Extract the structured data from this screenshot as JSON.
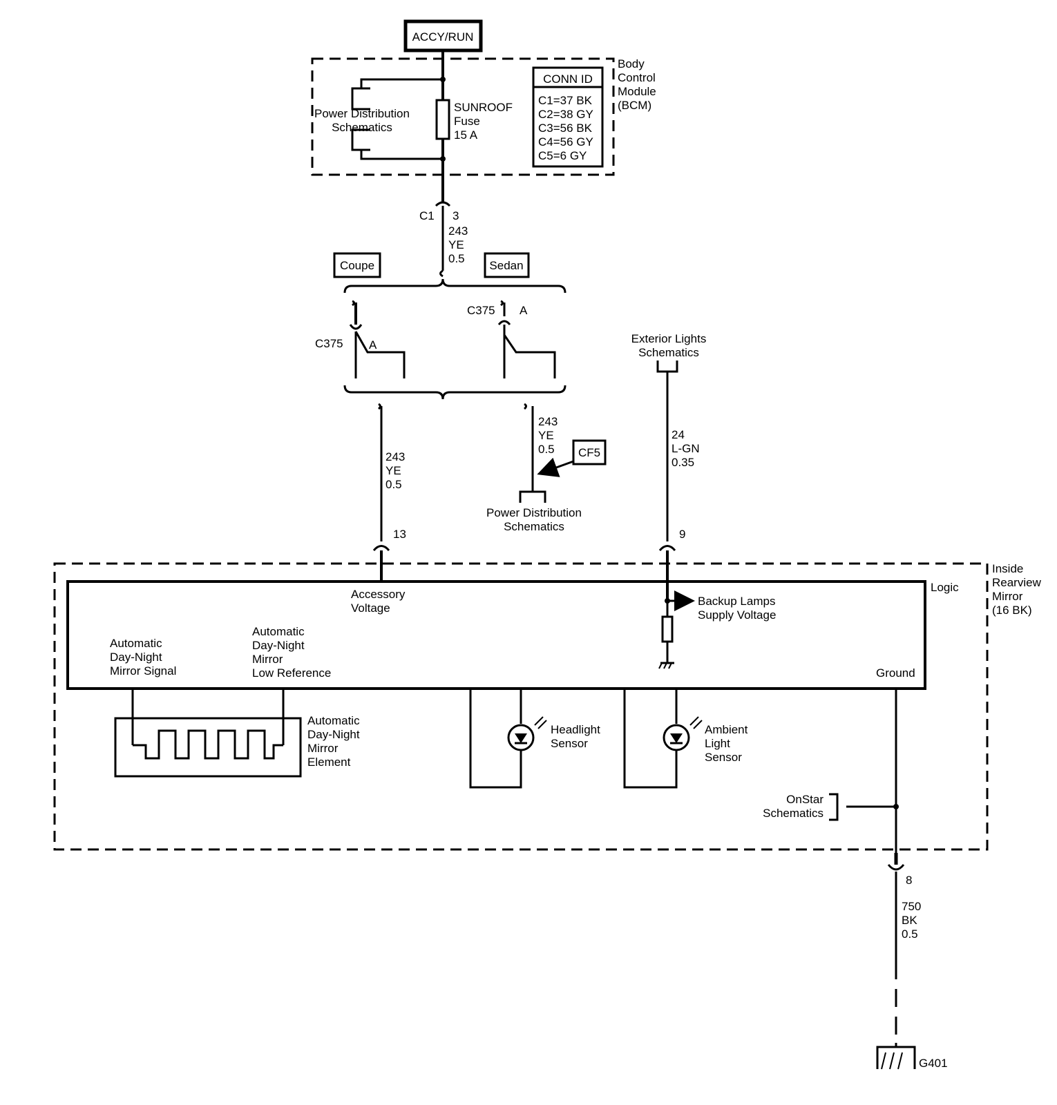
{
  "power_source": "ACCY/RUN",
  "bcm": {
    "name_lines": [
      "Body",
      "Control",
      "Module",
      "(BCM)"
    ],
    "power_distribution_lines": [
      "Power Distribution",
      "Schematics"
    ],
    "fuse_lines": [
      "SUNROOF",
      "Fuse",
      "15 A"
    ],
    "conn_id": {
      "header": "CONN ID",
      "rows": [
        "C1=37 BK",
        "C2=38 GY",
        "C3=56 BK",
        "C4=56 GY",
        "C5=6 GY"
      ]
    }
  },
  "bcm_connector": {
    "name": "C1",
    "pin": "3"
  },
  "wire_main": {
    "circuit": "243",
    "color": "YE",
    "size": "0.5"
  },
  "variants": {
    "coupe": "Coupe",
    "sedan": "Sedan",
    "coupe_connector": {
      "name": "C375",
      "pin": "A"
    },
    "sedan_connector": {
      "name": "C375",
      "pin": "A"
    }
  },
  "wire_coupe": {
    "circuit": "243",
    "color": "YE",
    "size": "0.5"
  },
  "wire_sedan": {
    "circuit": "243",
    "color": "YE",
    "size": "0.5"
  },
  "cf5_label": "CF5",
  "power_distribution_bottom_lines": [
    "Power Distribution",
    "Schematics"
  ],
  "exterior_lights_lines": [
    "Exterior Lights",
    "Schematics"
  ],
  "wire_exterior": {
    "circuit": "24",
    "color": "L-GN",
    "size": "0.35"
  },
  "mirror_pins": {
    "accessory": "13",
    "backup": "9",
    "ground": "8"
  },
  "mirror": {
    "name_lines": [
      "Inside",
      "Rearview",
      "Mirror",
      "(16 BK)"
    ],
    "logic_label": "Logic",
    "accessory_voltage_lines": [
      "Accessory",
      "Voltage"
    ],
    "backup_lamps_lines": [
      "Backup Lamps",
      "Supply Voltage"
    ],
    "signal_lines": [
      "Automatic",
      "Day-Night",
      "Mirror Signal"
    ],
    "low_ref_lines": [
      "Automatic",
      "Day-Night",
      "Mirror",
      "Low Reference"
    ],
    "ground_label": "Ground",
    "element_lines": [
      "Automatic",
      "Day-Night",
      "Mirror",
      "Element"
    ],
    "headlight_sensor_lines": [
      "Headlight",
      "Sensor"
    ],
    "ambient_sensor_lines": [
      "Ambient",
      "Light",
      "Sensor"
    ],
    "onstar_lines": [
      "OnStar",
      "Schematics"
    ]
  },
  "wire_ground": {
    "circuit": "750",
    "color": "BK",
    "size": "0.5"
  },
  "ground_point": "G401"
}
